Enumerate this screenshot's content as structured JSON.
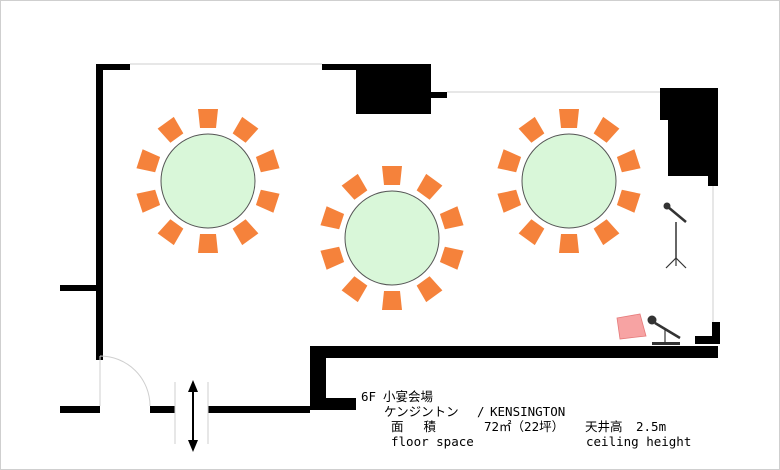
{
  "room": {
    "floor": "6F",
    "hall_type": "小宴会場",
    "name_kana": "ケンジントン",
    "name_separator": "/",
    "name_en": "KENSINGTON"
  },
  "specs": {
    "area_label_jp": "面　 積",
    "area_label_en": "floor space",
    "area_value": "72㎡（22坪）",
    "ceiling_label_jp": "天井高",
    "ceiling_value": "2.5m",
    "ceiling_label_en": "ceiling height"
  },
  "legend_items": [],
  "colors": {
    "wall": "#000000",
    "table_fill": "#d9f7d9",
    "table_stroke": "#555555",
    "chair_fill": "#f5823b",
    "podium_fill": "#f7a3a3",
    "mic": "#333333"
  },
  "layout": {
    "round_tables": 3,
    "chairs_per_table": 10,
    "stand_microphones": 1,
    "podium_with_mic": 1
  }
}
